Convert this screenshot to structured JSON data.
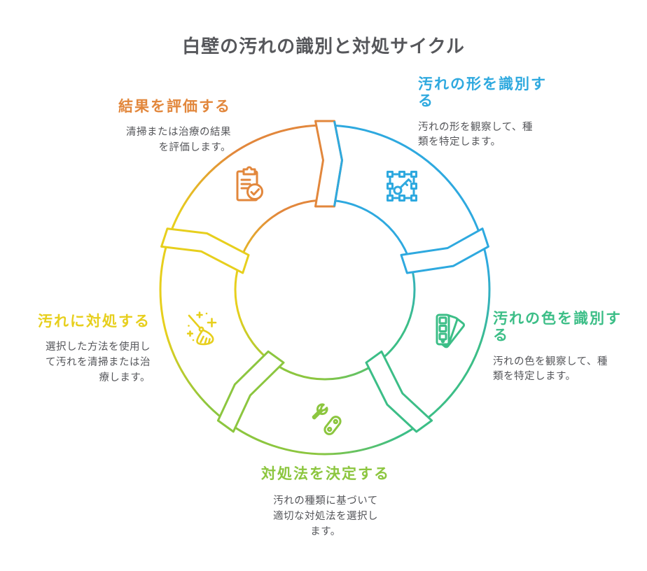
{
  "title": "白壁の汚れの識別と対処サイクル",
  "colors": {
    "title_text": "#56575B",
    "body_text": "#55565A",
    "background": "#FFFFFF",
    "blue": "#2EA9DF",
    "green": "#3CBE87",
    "lime": "#8CC63F",
    "yellow": "#E7CF1D",
    "orange": "#E2873C"
  },
  "diagram": {
    "type": "cycle",
    "direction": "clockwise",
    "steps": [
      {
        "id": "identify-shape",
        "label": "汚れの形を識別する",
        "label_lines": [
          "汚れの形を識別す",
          "る"
        ],
        "desc": "汚れの形を観察して、種類を特定します。",
        "desc_lines": [
          "汚れの形を観察して、種",
          "類を特定します。"
        ],
        "color": "#2EA9DF",
        "icon": "frame-key-icon"
      },
      {
        "id": "identify-color",
        "label": "汚れの色を識別する",
        "label_lines": [
          "汚れの色を識別す",
          "る"
        ],
        "desc": "汚れの色を観察して、種類を特定します。",
        "desc_lines": [
          "汚れの色を観察して、種",
          "類を特定します。"
        ],
        "color": "#3CBE87",
        "icon": "color-swatches-icon"
      },
      {
        "id": "decide-treatment",
        "label": "対処法を決定する",
        "label_lines": [
          "対処法を決定する"
        ],
        "desc": "汚れの種類に基づいて適切な対処法を選択します。",
        "desc_lines": [
          "汚れの種類に基づいて",
          "適切な対処法を選択し",
          "ます。"
        ],
        "color": "#8CC63F",
        "icon": "tools-icon"
      },
      {
        "id": "treat-stain",
        "label": "汚れに対処する",
        "label_lines": [
          "汚れに対処する"
        ],
        "desc": "選択した方法を使用して汚れを清掃または治療します。",
        "desc_lines": [
          "選択した方法を使用し",
          "て汚れを清掃または治",
          "療します。"
        ],
        "color": "#E7CF1D",
        "icon": "broom-icon"
      },
      {
        "id": "evaluate-result",
        "label": "結果を評価する",
        "label_lines": [
          "結果を評価する"
        ],
        "desc": "清掃または治療の結果を評価します。",
        "desc_lines": [
          "清掃または治療の結果",
          "を評価します。"
        ],
        "color": "#E2873C",
        "icon": "clipboard-check-icon"
      }
    ]
  }
}
